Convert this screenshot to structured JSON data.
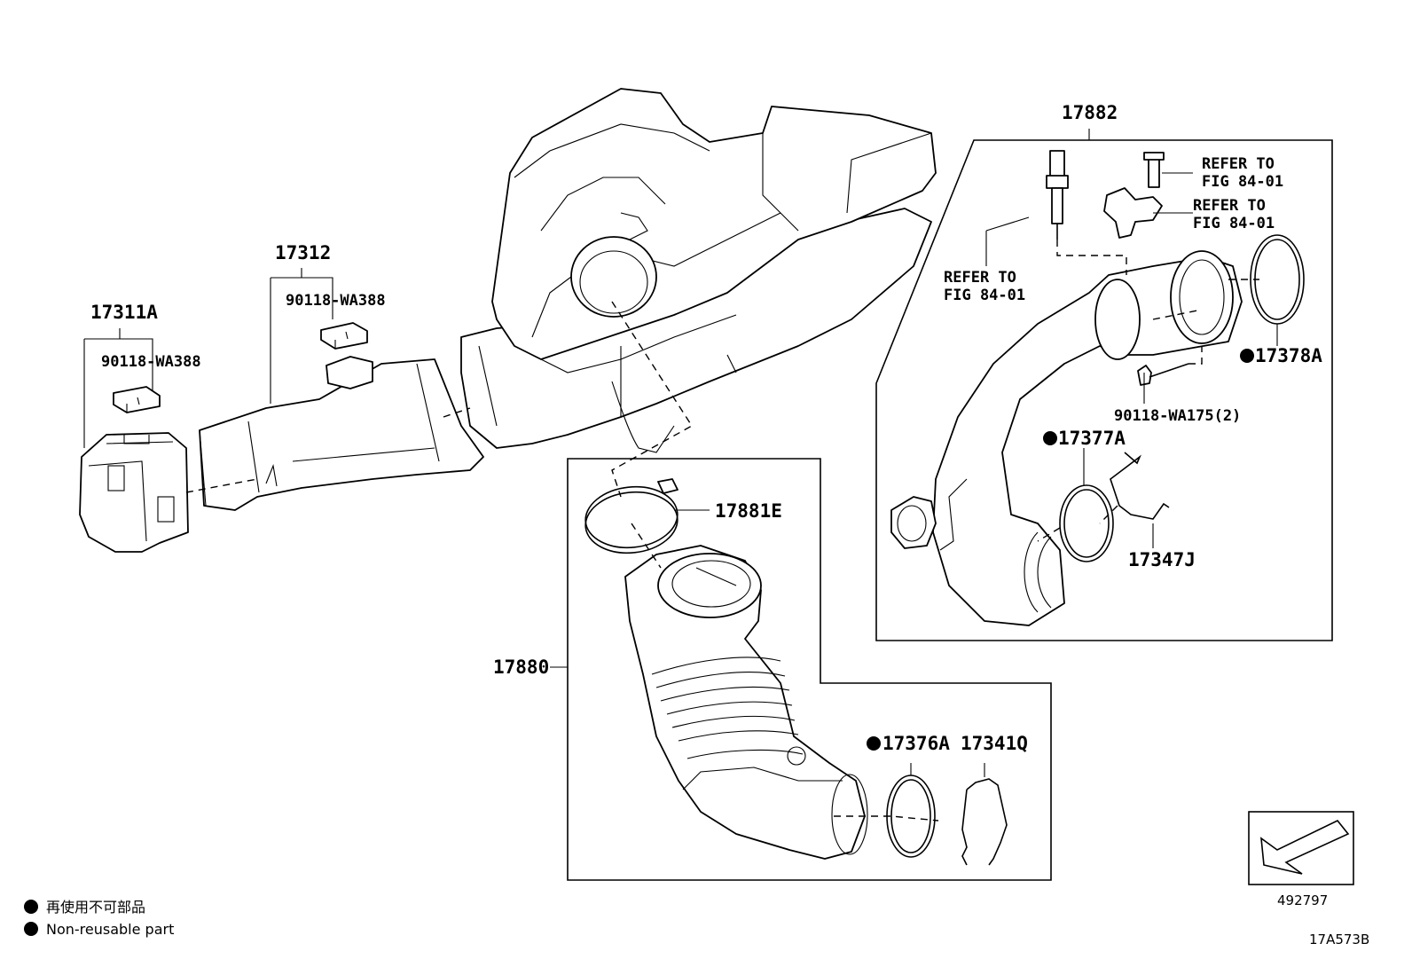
{
  "labels": {
    "p17882": "17882",
    "p17312": "17312",
    "p17311a": "17311A",
    "p90118_wa388_a": "90118-WA388",
    "p90118_wa388_b": "90118-WA388",
    "refer1_line1": "REFER TO",
    "refer1_line2": "FIG 84-01",
    "refer2_line1": "REFER TO",
    "refer2_line2": "FIG 84-01",
    "refer3_line1": "REFER TO",
    "refer3_line2": "FIG 84-01",
    "p17378a": "17378A",
    "p90118_wa175": "90118-WA175(2)",
    "p17377a": "17377A",
    "p17347j": "17347J",
    "p17881e": "17881E",
    "p17880": "17880",
    "p17376a": "17376A",
    "p17341q": "17341Q"
  },
  "legend": {
    "jp": "再使用不可部品",
    "en": "Non-reusable part"
  },
  "footer": {
    "arrow_code": "492797",
    "figure_code": "17A573B"
  }
}
